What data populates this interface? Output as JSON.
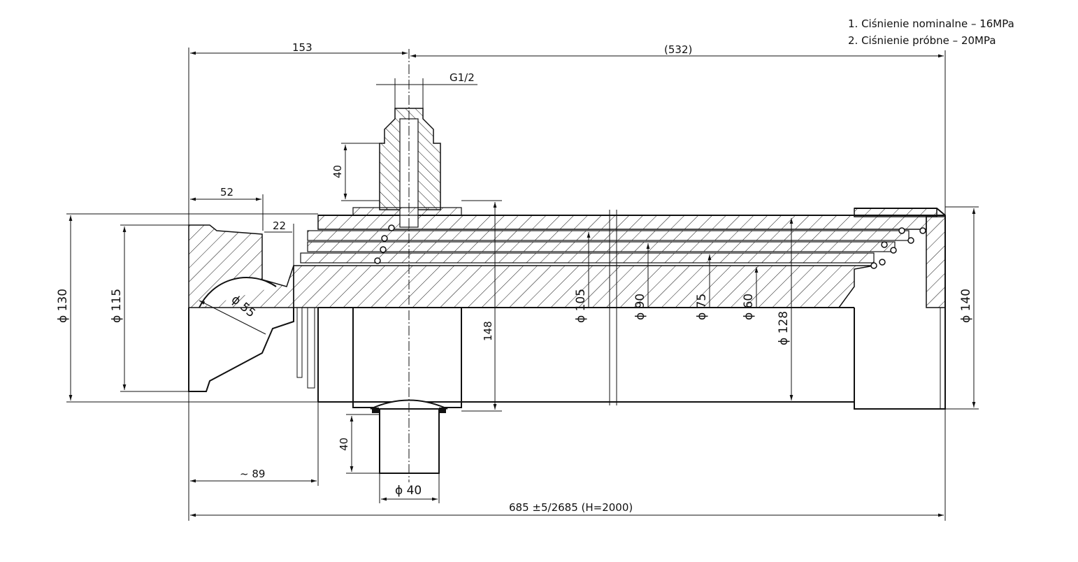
{
  "notes": {
    "line1": "1. Ciśnienie nominalne  – 16MPa",
    "line2": "2. Ciśnienie próbne      – 20MPa"
  },
  "dimensions": {
    "d153": "153",
    "d532": "(532)",
    "g12": "G1/2",
    "d40_top": "40",
    "d52": "52",
    "d22": "22",
    "d130": "ϕ 130",
    "d115": "ϕ 115",
    "d55": "ϕ 55",
    "d148": "148",
    "d105": "ϕ 105",
    "d90": "ϕ 90",
    "d75": "ϕ 75",
    "d60": "ϕ 60",
    "d128": "ϕ 128",
    "d140": "ϕ 140",
    "d40_bottom": "40",
    "d40_dia": "ϕ 40",
    "d89": "~ 89",
    "overall": "685  ±5/2685  (H=2000)"
  }
}
